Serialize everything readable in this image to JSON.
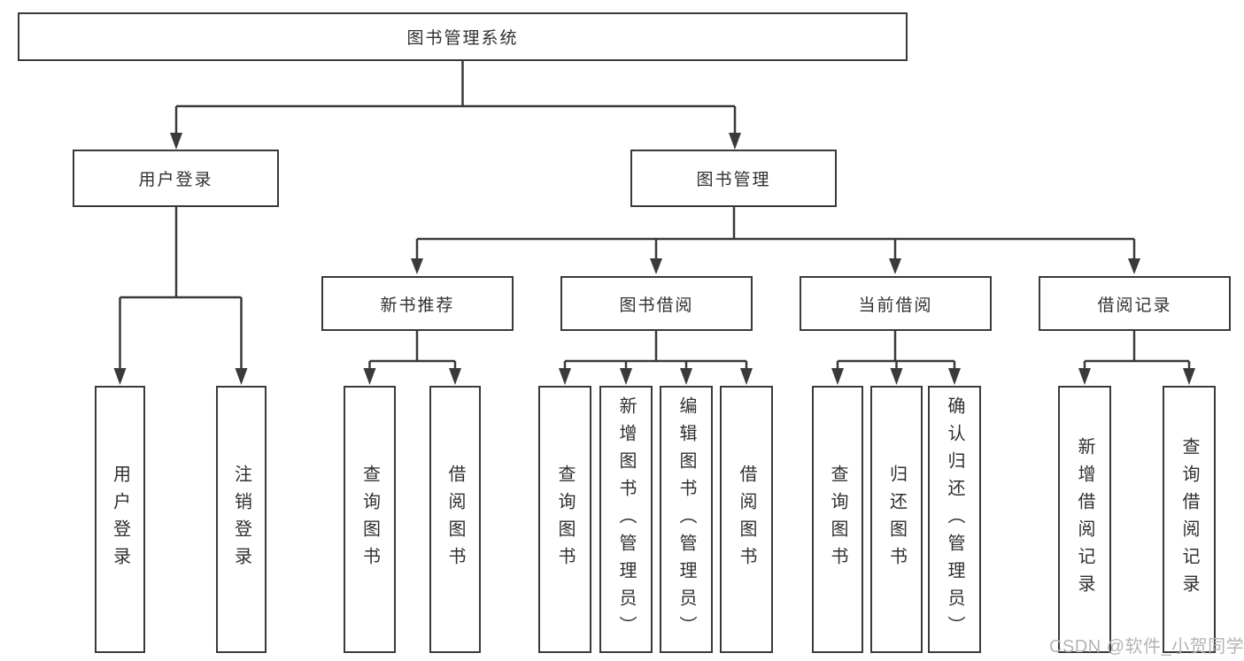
{
  "diagram": {
    "title": "图书管理系统",
    "nodes": {
      "root": "图书管理系统",
      "level2": [
        "用户登录",
        "图书管理"
      ],
      "level3": [
        "新书推荐",
        "图书借阅",
        "当前借阅",
        "借阅记录"
      ],
      "leaves_user_login": [
        "用户登录",
        "注销登录"
      ],
      "leaves_new_books": [
        "查询图书",
        "借阅图书"
      ],
      "leaves_book_borrow": [
        "查询图书",
        "新增图书（管理员）",
        "编辑图书（管理员）",
        "借阅图书"
      ],
      "leaves_current_borrow": [
        "查询图书",
        "归还图书",
        "确认归还（管理员）"
      ],
      "leaves_borrow_records": [
        "新增借阅记录",
        "查询借阅记录"
      ]
    },
    "colors": {
      "line": "#3a3a3a",
      "text": "#303030",
      "box_background": "#ffffff",
      "watermark": "#b4b4b4"
    }
  },
  "watermark": "CSDN @软件_小贺同学"
}
